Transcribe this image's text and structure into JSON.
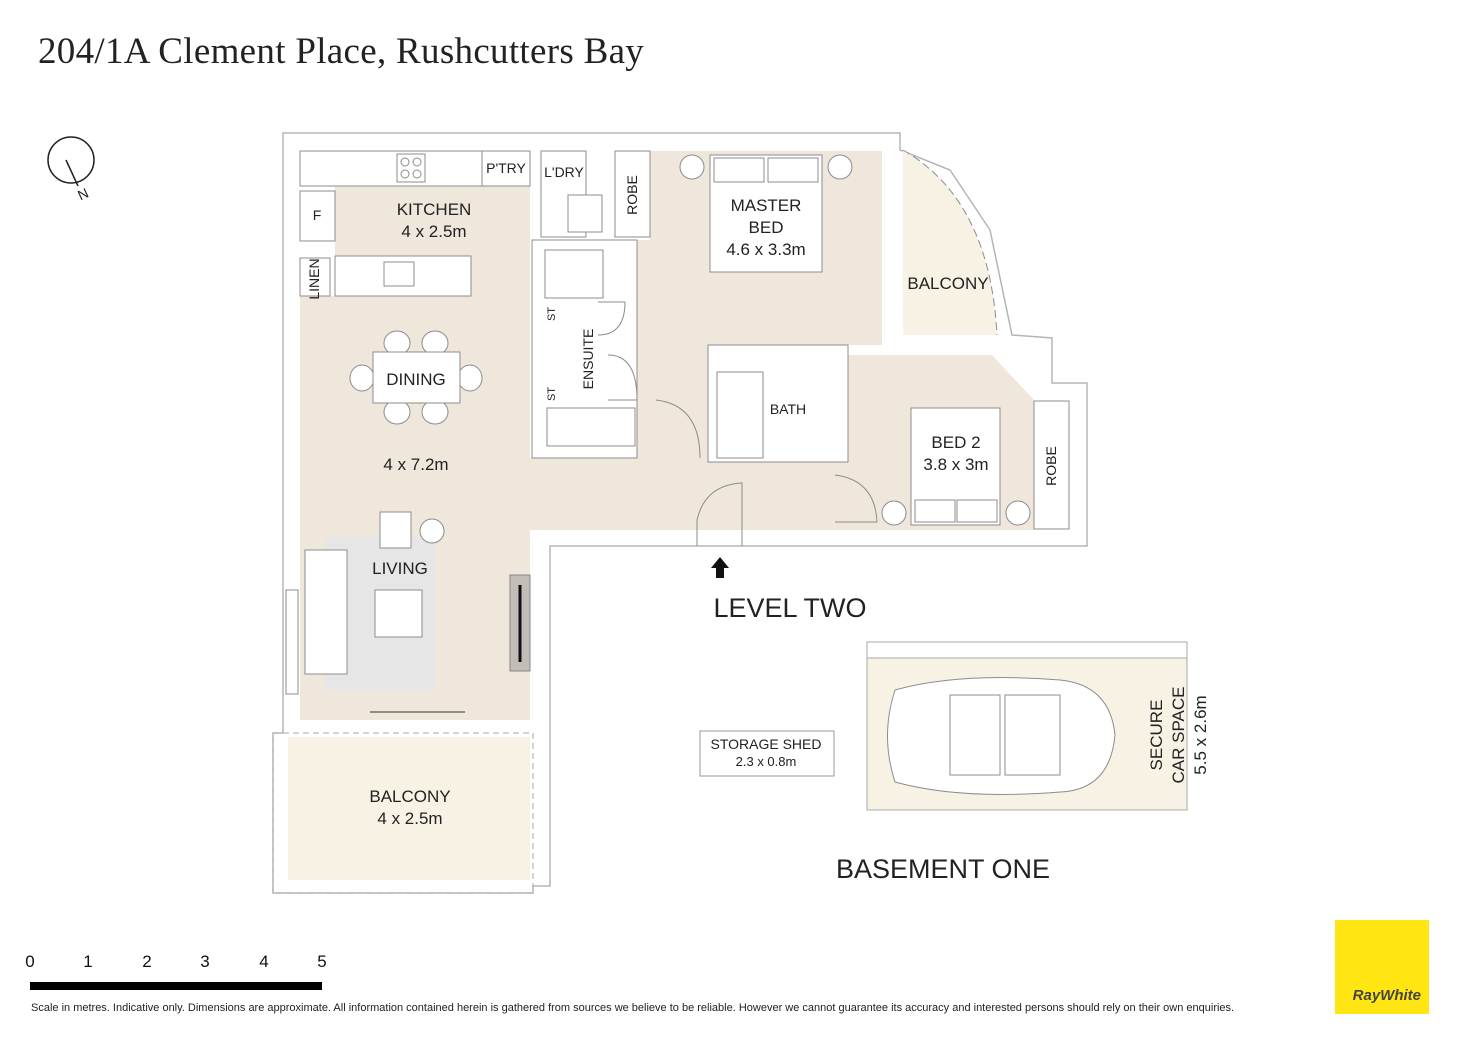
{
  "title": "204/1A Clement Place, Rushcutters Bay",
  "compass": "N",
  "level_two": {
    "label": "LEVEL TWO",
    "rooms": {
      "kitchen": {
        "name": "KITCHEN",
        "size": "4 x 2.5m"
      },
      "pantry": "P'TRY",
      "laundry": "L'DRY",
      "fridge": "F",
      "linen": "LINEN",
      "robe1": "ROBE",
      "master": {
        "name1": "MASTER",
        "name2": "BED",
        "size": "4.6 x 3.3m"
      },
      "balcony_top": "BALCONY",
      "dining": "DINING",
      "living_size": "4 x 7.2m",
      "ensuite": "ENSUITE",
      "st1": "ST",
      "st2": "ST",
      "bath": "BATH",
      "bed2": {
        "name": "BED 2",
        "size": "3.8 x 3m"
      },
      "robe2": "ROBE",
      "living": "LIVING",
      "balcony": {
        "name": "BALCONY",
        "size": "4 x 2.5m"
      }
    }
  },
  "basement_one": {
    "label": "BASEMENT ONE",
    "storage": {
      "name": "STORAGE SHED",
      "size": "2.3 x 0.8m"
    },
    "car": {
      "name1": "SECURE",
      "name2": "CAR SPACE",
      "size": "5.5 x 2.6m"
    }
  },
  "scale": {
    "ticks": [
      "0",
      "1",
      "2",
      "3",
      "4",
      "5"
    ]
  },
  "disclaimer": "Scale in metres. Indicative only. Dimensions are approximate. All information contained herein is gathered from sources we believe to be reliable. However we cannot guarantee its accuracy and interested persons should rely on their own enquiries.",
  "logo": "RayWhite"
}
